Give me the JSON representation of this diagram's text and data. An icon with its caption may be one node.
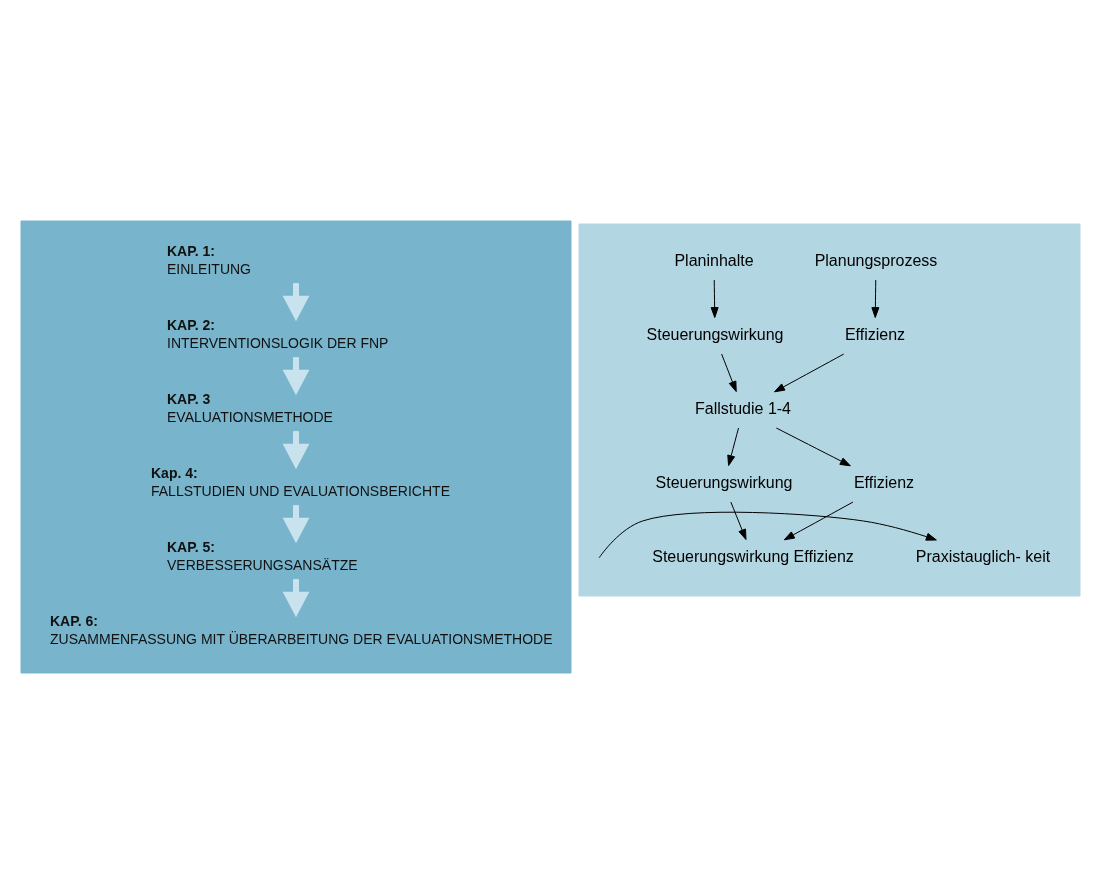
{
  "diagram": {
    "nodes": [
      {
        "text": [],
        "shape": "band"
      },
      {
        "text": [
          "KAP. 1:",
          "EINLEITUNG"
        ],
        "in": 0
      },
      {
        "text": [
          "KAP. 2:",
          "INTERVENTIONSLOGIK DER FNP"
        ],
        "in": 0
      },
      {
        "text": [
          "KAP. 3",
          "EVALUATIONSMETHODE"
        ],
        "in": 0
      },
      {
        "text": [
          "Kap. 4:",
          "FALLSTUDIEN UND EVALUATIONSBERICHTE"
        ],
        "in": 0
      },
      {
        "text": [
          "KAP. 5:",
          "VERBESSERUNGSANSÄTZE"
        ],
        "in": 0
      },
      {
        "text": [
          "KAP. 6:",
          "ZUSAMMENFASSUNG MIT ÜBERARBEITUNG DER EVALUATIONSMETHODE"
        ],
        "in": 0
      },
      {
        "text": [],
        "shape": "band"
      },
      {
        "text": [
          "Planinhalte"
        ],
        "in": 7
      },
      {
        "text": [
          "Planungsprozess"
        ],
        "in": 7
      },
      {
        "text": [
          "Steuerungswirkung"
        ],
        "in": 7
      },
      {
        "text": [
          "Effizienz"
        ],
        "in": 7
      },
      {
        "text": [
          "Fallstudie 1-4"
        ],
        "in": 7
      },
      {
        "text": [
          "Steuerungswirkung"
        ],
        "in": 7
      },
      {
        "text": [
          "Effizienz"
        ],
        "in": 7
      },
      {
        "text": [
          "Steuerungswirkung Effizienz"
        ],
        "in": 7
      },
      {
        "text": [
          "Praxistauglich- keit"
        ],
        "in": 7
      }
    ],
    "edges": [
      {
        "from": 1,
        "to": 2,
        "arrow": "to",
        "style": "thick",
        "color": "#c8e3ee"
      },
      {
        "from": 2,
        "to": 3,
        "arrow": "to",
        "style": "thick",
        "color": "#c8e3ee"
      },
      {
        "from": 3,
        "to": 4,
        "arrow": "to",
        "style": "thick",
        "color": "#c8e3ee"
      },
      {
        "from": 4,
        "to": 5,
        "arrow": "to",
        "style": "thick",
        "color": "#c8e3ee"
      },
      {
        "from": 5,
        "to": 6,
        "arrow": "to",
        "style": "thick",
        "color": "#c8e3ee"
      },
      {
        "from": 8,
        "to": 10,
        "arrow": "to"
      },
      {
        "from": 9,
        "to": 11,
        "arrow": "to"
      },
      {
        "from": 10,
        "to": 12,
        "arrow": "to"
      },
      {
        "from": 11,
        "to": 12,
        "arrow": "to"
      },
      {
        "from": 12,
        "to": 13,
        "arrow": "to"
      },
      {
        "from": 12,
        "to": 14,
        "arrow": "to"
      },
      {
        "from": 13,
        "to": 15,
        "arrow": "to"
      },
      {
        "from": 14,
        "to": 15,
        "arrow": "to"
      },
      {
        "from": null,
        "to": 16,
        "arrow": "to"
      }
    ]
  }
}
